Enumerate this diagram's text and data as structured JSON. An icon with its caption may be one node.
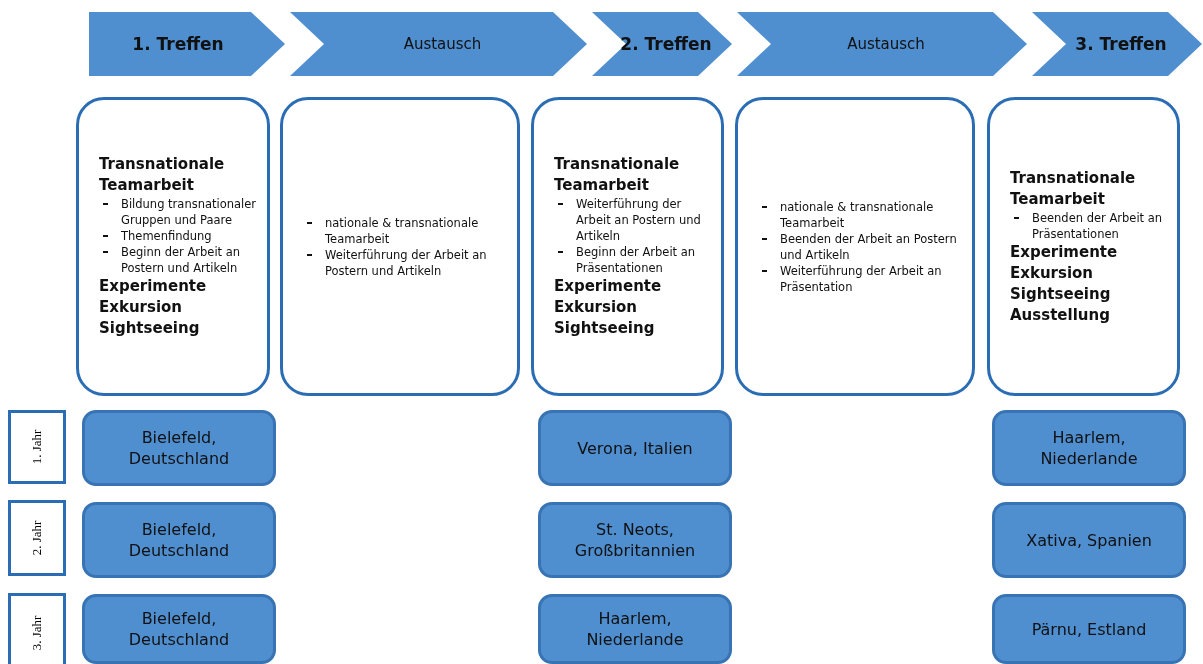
{
  "diagram": {
    "nodes": [
      {
        "text": [
          "1. Treffen"
        ]
      },
      {
        "text": [
          "Austausch"
        ]
      },
      {
        "text": [
          "2. Treffen"
        ]
      },
      {
        "text": [
          "Austausch"
        ]
      },
      {
        "text": [
          "3. Treffen"
        ]
      },
      {
        "text": [
          "Transnationale Teamarbeit",
          "Bildung transnationaler Gruppen und Paare",
          "Themenfindung",
          "Beginn der Arbeit an Postern und Artikeln",
          "Experimente",
          "Exkursion",
          "Sightseeing"
        ]
      },
      {
        "text": [
          "nationale & transnationale Teamarbeit",
          "Weiterführung der Arbeit an Postern und Artikeln"
        ]
      },
      {
        "text": [
          "Transnationale Teamarbeit",
          "Weiterführung der Arbeit an Postern und Artikeln",
          "Beginn der Arbeit an Präsentationen",
          "Experimente",
          "Exkursion",
          "Sightseeing"
        ]
      },
      {
        "text": [
          "nationale & transnationale Teamarbeit",
          "Beenden der Arbeit an Postern und Artikeln",
          "Weiterführung der Arbeit an Präsentation"
        ]
      },
      {
        "text": [
          "Transnationale Teamarbeit",
          "Beenden der Arbeit an Präsentationen",
          "Experimente",
          "Exkursion",
          "Sightseeing",
          "Ausstellung"
        ]
      },
      {
        "text": [
          "1. Jahr"
        ]
      },
      {
        "text": [
          "Bielefeld, Deutschland"
        ]
      },
      {
        "text": [
          "Verona, Italien"
        ]
      },
      {
        "text": [
          "Haarlem, Niederlande"
        ]
      },
      {
        "text": [
          "2. Jahr"
        ]
      },
      {
        "text": [
          "Bielefeld, Deutschland"
        ]
      },
      {
        "text": [
          "St. Neots, Großbritannien"
        ]
      },
      {
        "text": [
          "Xativa, Spanien"
        ]
      },
      {
        "text": [
          "3. Jahr"
        ]
      },
      {
        "text": [
          "Bielefeld, Deutschland"
        ]
      },
      {
        "text": [
          "Haarlem, Niederlande"
        ]
      },
      {
        "text": [
          "Pärnu, Estland"
        ]
      }
    ],
    "edges": []
  }
}
